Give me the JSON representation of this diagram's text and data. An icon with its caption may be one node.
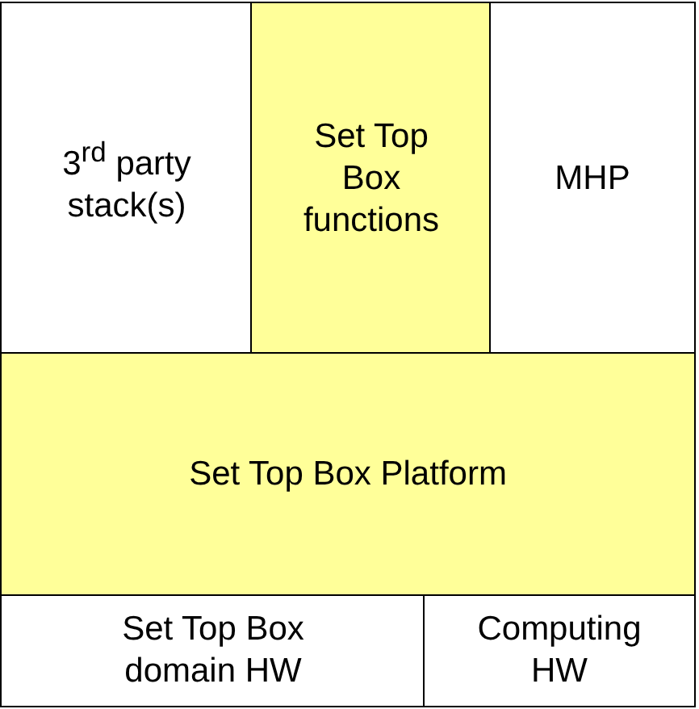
{
  "diagram": {
    "nodes": [
      {
        "text": [
          "3$^{rd}$ party stack(s)"
        ]
      },
      {
        "text": [
          "Set Top Box functions"
        ]
      },
      {
        "text": [
          "MHP"
        ]
      },
      {
        "text": [
          "Set Top Box Platform"
        ]
      },
      {
        "text": [
          "Set Top Box domain HW"
        ]
      },
      {
        "text": [
          "Computing HW"
        ]
      }
    ]
  }
}
